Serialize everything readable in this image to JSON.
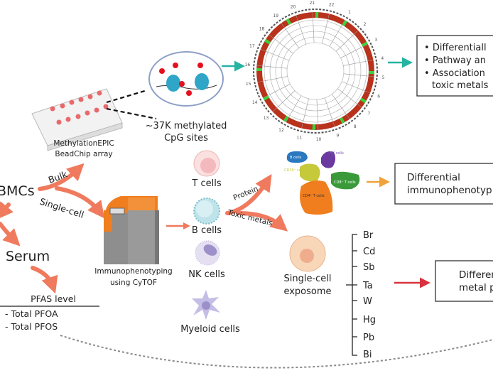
{
  "colors": {
    "arrow_orange": "#ef7a5e",
    "teal": "#26b3a3",
    "red_arrow": "#d8323f",
    "yellow_arrow": "#f0a33a"
  },
  "methylation": {
    "array_label_line1": "MethylationEPIC",
    "array_label_line2": "BeadChip array",
    "cpg_line1": "~37K methylated",
    "cpg_line2": "CpG sites",
    "results": [
      "Differentiall",
      "Pathway an",
      "Association",
      "toxic metals"
    ],
    "chromosomes": [
      "1",
      "2",
      "3",
      "4",
      "5",
      "6",
      "7",
      "8",
      "9",
      "10",
      "11",
      "12",
      "13",
      "14",
      "15",
      "16",
      "17",
      "18",
      "19",
      "20",
      "21",
      "22"
    ]
  },
  "sources": {
    "pbmcs": "BMCs",
    "serum": "Serum",
    "bulk": "Bulk",
    "single_cell": "Single-cell"
  },
  "pfas": {
    "title": "PFAS level",
    "items": [
      "- Total PFOA",
      "- Total PFOS"
    ]
  },
  "cytof": {
    "line1": "Immunophenotyping",
    "line2": "using CyTOF"
  },
  "cells": [
    "T cells",
    "B cells",
    "NK cells",
    "Myeloid cells"
  ],
  "branches": {
    "protein": "Protein",
    "toxic_metals": "Toxic metals"
  },
  "umap": {
    "b": "B cells",
    "nk": "NK cells",
    "cd16": "CD16⁺ cells",
    "cd8": "CD8⁺ T cells",
    "cd4": "CD4⁺ T cells"
  },
  "immuno_box": {
    "line1": "Differential",
    "line2": "immunophenotyp"
  },
  "exposome": {
    "line1": "Single-cell",
    "line2": "exposome",
    "metals": [
      "Br",
      "Cd",
      "Sb",
      "Ta",
      "W",
      "Hg",
      "Pb",
      "Bi"
    ]
  },
  "metal_box": {
    "line1": "Differen",
    "line2": "metal p"
  }
}
